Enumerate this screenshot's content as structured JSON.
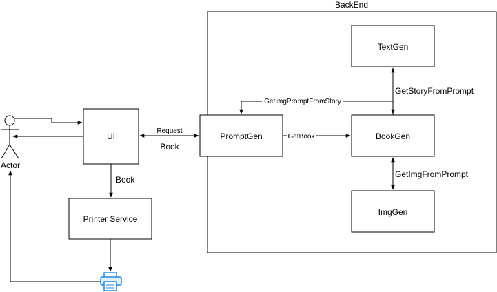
{
  "backend": {
    "label": "BackEnd"
  },
  "nodes": {
    "ui": "UI",
    "printer": "Printer Service",
    "promptgen": "PromptGen",
    "bookgen": "BookGen",
    "textgen": "TextGen",
    "imggen": "ImgGen"
  },
  "actor": {
    "label": "Actor"
  },
  "edges": {
    "request": "Request",
    "book_return": "Book",
    "book_print": "Book",
    "get_book": "GetBook",
    "get_img_prompt_from_story": "GetImgPromptFromStory",
    "get_story_from_prompt": "GetStoryFromPrompt",
    "get_img_from_prompt": "GetImgFromPrompt"
  },
  "colors": {
    "stroke": "#000000",
    "printer_icon": "#1e88e5"
  },
  "icons": {
    "printer": "printer-icon",
    "actor": "stick-figure-icon"
  }
}
